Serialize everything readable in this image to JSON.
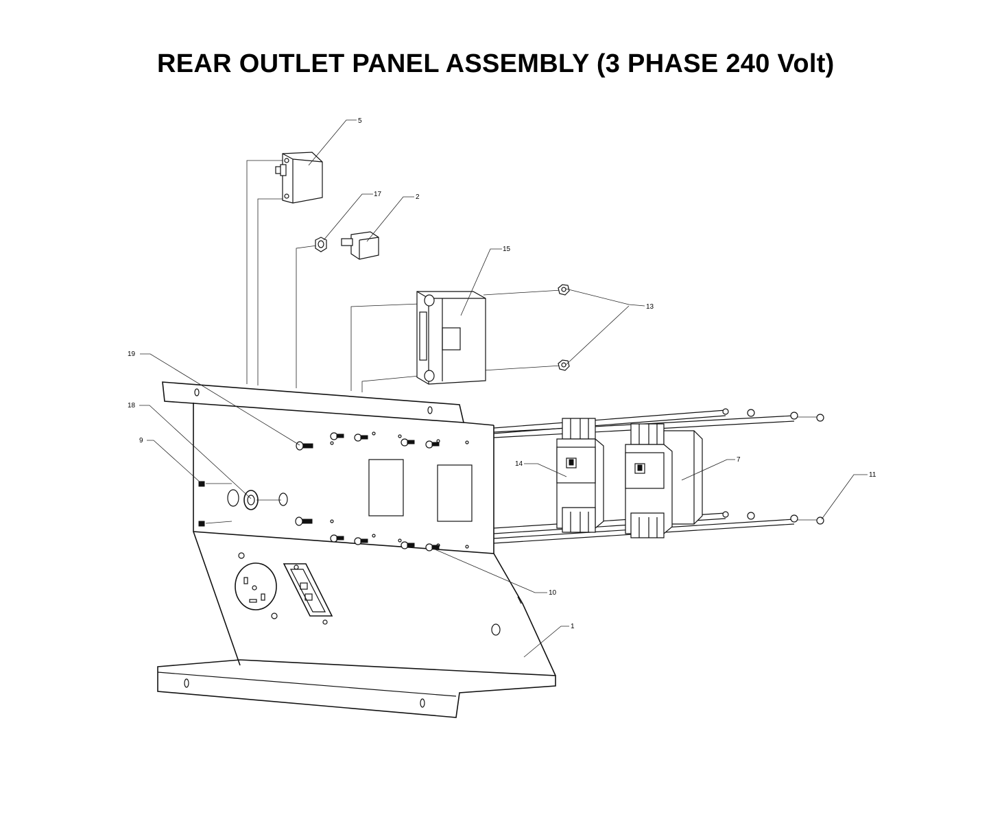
{
  "title": "REAR OUTLET PANEL ASSEMBLY (3 PHASE 240 Volt)",
  "callouts": {
    "c1": "1",
    "c2": "2",
    "c5": "5",
    "c7": "7",
    "c9": "9",
    "c10": "10",
    "c11": "11",
    "c13": "13",
    "c14": "14",
    "c15": "15",
    "c17": "17",
    "c18": "18",
    "c19": "19"
  }
}
